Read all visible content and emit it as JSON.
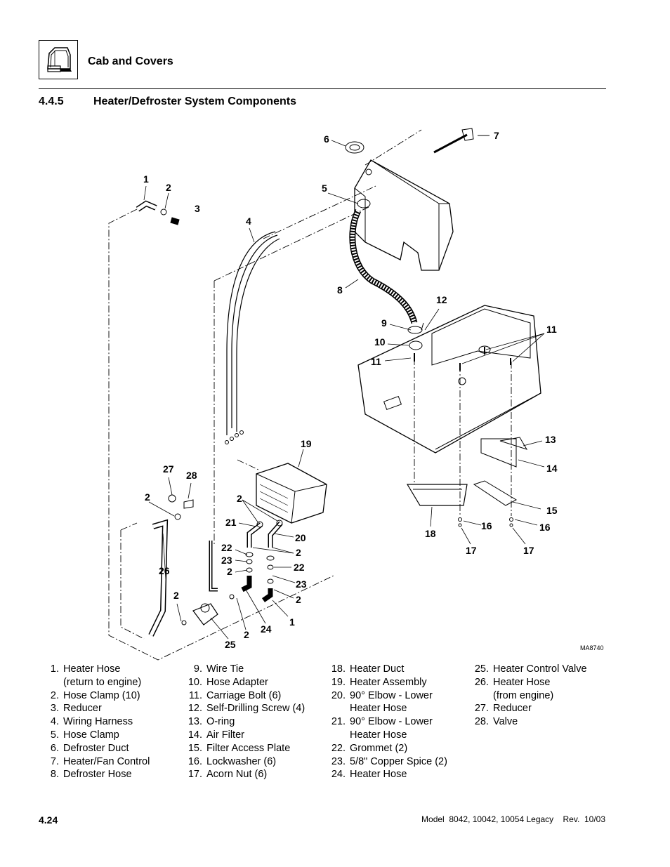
{
  "header": {
    "title": "Cab and Covers"
  },
  "section": {
    "number": "4.4.5",
    "title": "Heater/Defroster System Components"
  },
  "figure_code": "MA8740",
  "callouts": {
    "c1a": "1",
    "c2a": "2",
    "c3": "3",
    "c4": "4",
    "c5": "5",
    "c6": "6",
    "c7": "7",
    "c8": "8",
    "c9": "9",
    "c10": "10",
    "c11a": "11",
    "c11b": "11",
    "c12": "12",
    "c13": "13",
    "c14": "14",
    "c15": "15",
    "c16a": "16",
    "c16b": "16",
    "c17a": "17",
    "c17b": "17",
    "c18": "18",
    "c19": "19",
    "c20": "20",
    "c21": "21",
    "c22a": "22",
    "c22b": "22",
    "c23a": "23",
    "c23b": "23",
    "c2b": "2",
    "c2c": "2",
    "c2d": "2",
    "c2e": "2",
    "c2f": "2",
    "c2g": "2",
    "c2h": "2",
    "c1b": "1",
    "c24": "24",
    "c25": "25",
    "c26": "26",
    "c27": "27",
    "c28": "28"
  },
  "legend": {
    "col1": [
      {
        "num": "1.",
        "text": "Heater Hose",
        "cont": "(return to engine)"
      },
      {
        "num": "2.",
        "text": "Hose Clamp (10)"
      },
      {
        "num": "3.",
        "text": "Reducer"
      },
      {
        "num": "4.",
        "text": "Wiring Harness"
      },
      {
        "num": "5.",
        "text": "Hose Clamp"
      },
      {
        "num": "6.",
        "text": "Defroster Duct"
      },
      {
        "num": "7.",
        "text": "Heater/Fan Control"
      },
      {
        "num": "8.",
        "text": "Defroster Hose"
      }
    ],
    "col2": [
      {
        "num": "9.",
        "text": "Wire Tie"
      },
      {
        "num": "10.",
        "text": "Hose Adapter"
      },
      {
        "num": "11.",
        "text": "Carriage Bolt (6)"
      },
      {
        "num": "12.",
        "text": "Self-Drilling Screw (4)"
      },
      {
        "num": "13.",
        "text": "O-ring"
      },
      {
        "num": "14.",
        "text": "Air Filter"
      },
      {
        "num": "15.",
        "text": "Filter Access Plate"
      },
      {
        "num": "16.",
        "text": "Lockwasher (6)"
      },
      {
        "num": "17.",
        "text": "Acorn Nut (6)"
      }
    ],
    "col3": [
      {
        "num": "18.",
        "text": "Heater Duct"
      },
      {
        "num": "19.",
        "text": "Heater Assembly"
      },
      {
        "num": "20.",
        "text": "90° Elbow - Lower",
        "cont": "Heater Hose"
      },
      {
        "num": "21.",
        "text": "90° Elbow - Lower",
        "cont": "Heater Hose"
      },
      {
        "num": "22.",
        "text": "Grommet (2)"
      },
      {
        "num": "23.",
        "text": "5/8\" Copper Spice (2)"
      },
      {
        "num": "24.",
        "text": "Heater Hose"
      }
    ],
    "col4": [
      {
        "num": "25.",
        "text": "Heater Control Valve"
      },
      {
        "num": "26.",
        "text": "Heater Hose",
        "cont": "(from engine)"
      },
      {
        "num": "27.",
        "text": "Reducer"
      },
      {
        "num": "28.",
        "text": "Valve"
      }
    ]
  },
  "footer": {
    "page": "4.24",
    "model": "Model  8042, 10042, 10054 Legacy    Rev.  10/03"
  }
}
